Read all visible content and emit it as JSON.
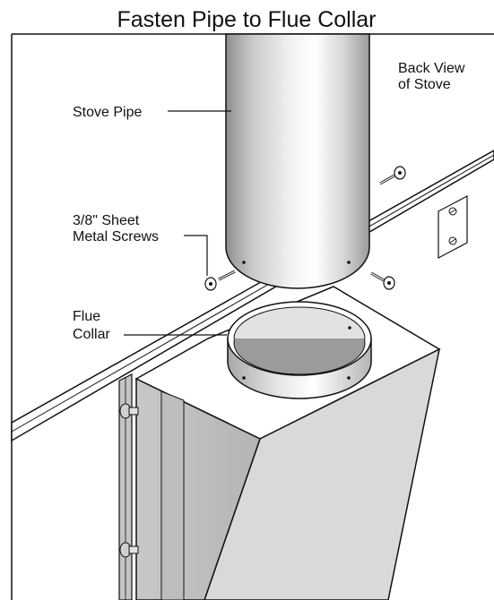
{
  "diagram": {
    "title": "Fasten Pipe to Flue Collar",
    "labels": {
      "back_view_line1": "Back View",
      "back_view_line2": "of Stove",
      "stove_pipe": "Stove Pipe",
      "screws_line1": "3/8\" Sheet",
      "screws_line2": "Metal Screws",
      "flue_line1": "Flue",
      "flue_line2": "Collar"
    }
  }
}
